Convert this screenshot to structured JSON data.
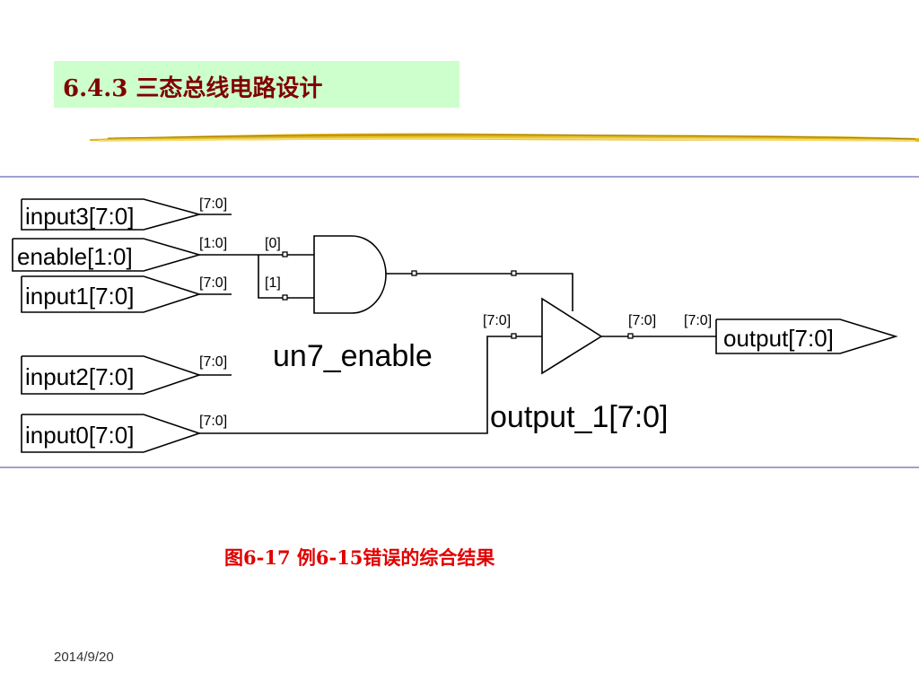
{
  "slide": {
    "title": "6.4.3  三态总线电路设计",
    "caption": "图6-17  例6-15错误的综合结果",
    "date": "2014/9/20",
    "accent_colors": {
      "title_bg": "#ccffcc",
      "title_text": "#800000",
      "caption_text": "#e00000",
      "divider": "#8080c0"
    }
  },
  "diagram": {
    "inputs": {
      "input3": "input3[7:0]",
      "enable": "enable[1:0]",
      "input1": "input1[7:0]",
      "input2": "input2[7:0]",
      "input0": "input0[7:0]"
    },
    "output_port": "output[7:0]",
    "gate_name": "un7_enable",
    "buffer_name": "output_1[7:0]",
    "bus_labels": {
      "input3": "[7:0]",
      "enable": "[1:0]",
      "input1": "[7:0]",
      "input2": "[7:0]",
      "input0": "[7:0]",
      "enable_bit0": "[0]",
      "enable_bit1": "[1]",
      "buffer_in": "[7:0]",
      "buffer_out": "[7:0]",
      "output_in": "[7:0]"
    }
  }
}
